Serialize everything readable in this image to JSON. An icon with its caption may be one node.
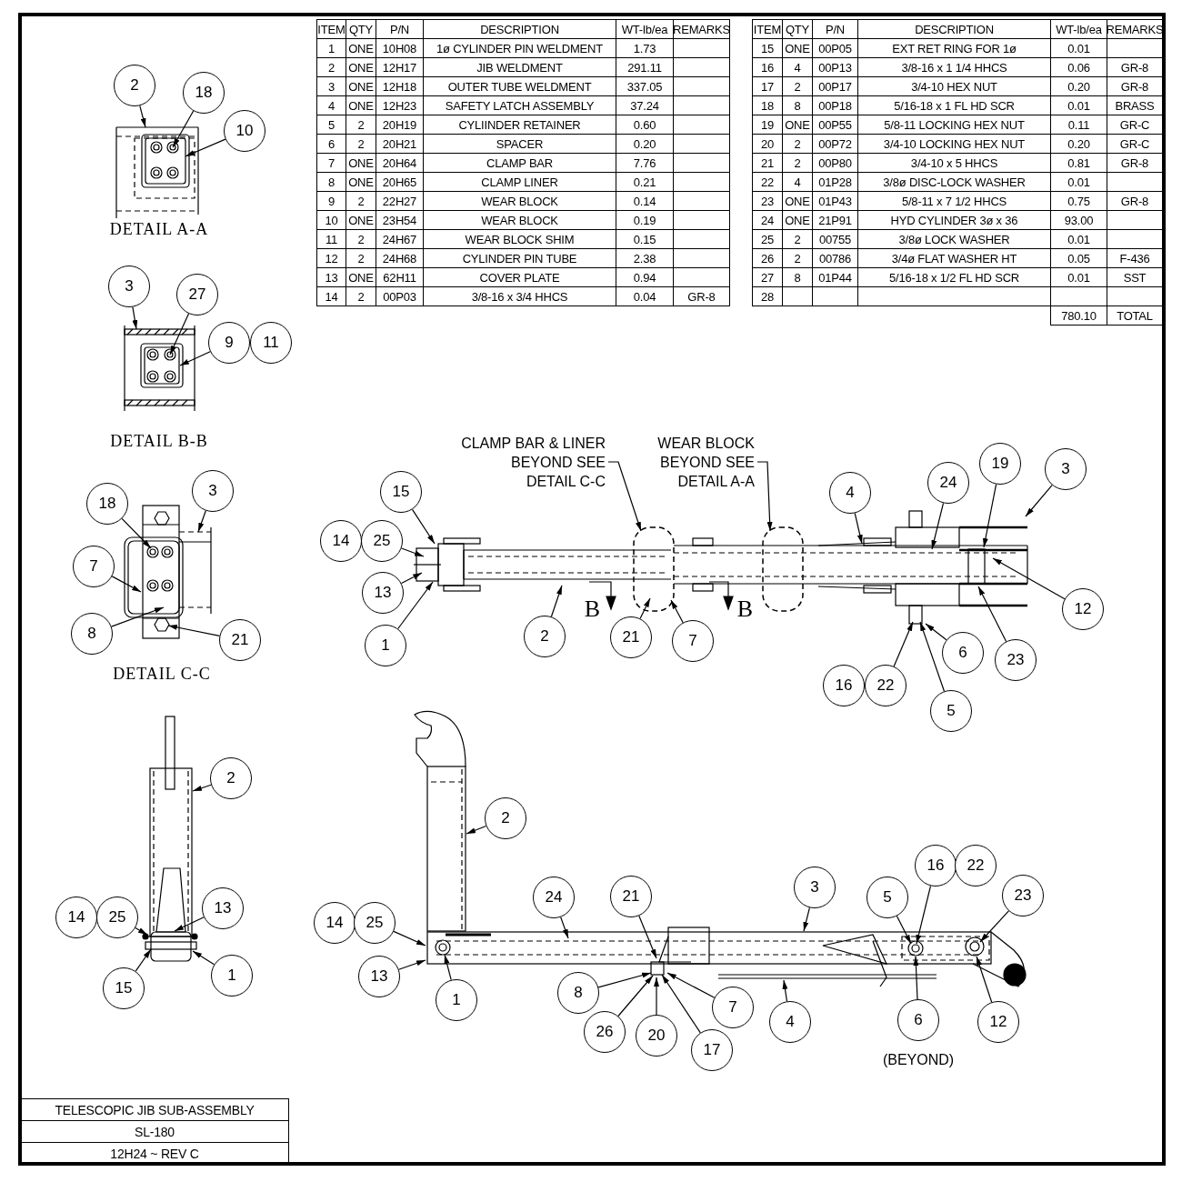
{
  "diagram": {
    "nodes": [
      {
        "text": [
          "2"
        ]
      },
      {
        "text": [
          "18"
        ]
      },
      {
        "text": [
          "10"
        ]
      },
      {
        "text": [
          "3"
        ]
      },
      {
        "text": [
          "27"
        ]
      },
      {
        "text": [
          "9"
        ]
      },
      {
        "text": [
          "11"
        ]
      },
      {
        "text": [
          "18"
        ]
      },
      {
        "text": [
          "3"
        ]
      },
      {
        "text": [
          "7"
        ]
      },
      {
        "text": [
          "8"
        ]
      },
      {
        "text": [
          "21"
        ]
      },
      {
        "text": [
          "15"
        ]
      },
      {
        "text": [
          "14"
        ]
      },
      {
        "text": [
          "25"
        ]
      },
      {
        "text": [
          "13"
        ]
      },
      {
        "text": [
          "1"
        ]
      },
      {
        "text": [
          "2"
        ]
      },
      {
        "text": [
          "21"
        ]
      },
      {
        "text": [
          "7"
        ]
      },
      {
        "text": [
          "4"
        ]
      },
      {
        "text": [
          "24"
        ]
      },
      {
        "text": [
          "19"
        ]
      },
      {
        "text": [
          "3"
        ]
      },
      {
        "text": [
          "12"
        ]
      },
      {
        "text": [
          "6"
        ]
      },
      {
        "text": [
          "23"
        ]
      },
      {
        "text": [
          "16"
        ]
      },
      {
        "text": [
          "22"
        ]
      },
      {
        "text": [
          "5"
        ]
      },
      {
        "text": [
          "CLAMP BAR & LINER BEYOND SEE DETAIL C-C"
        ]
      },
      {
        "text": [],
        "shape": "box",
        "in": 63
      },
      {
        "text": [
          "WEAR BLOCK BEYOND SEE DETAIL A-A"
        ]
      },
      {
        "text": [],
        "shape": "box",
        "in": 63
      },
      {
        "text": [
          "2"
        ]
      },
      {
        "text": [
          "14"
        ]
      },
      {
        "text": [
          "25"
        ]
      },
      {
        "text": [
          "13"
        ]
      },
      {
        "text": [
          "15"
        ]
      },
      {
        "text": [
          "1"
        ]
      },
      {
        "text": [
          "2"
        ]
      },
      {
        "text": [
          "14"
        ]
      },
      {
        "text": [
          "25"
        ]
      },
      {
        "text": [
          "13"
        ]
      },
      {
        "text": [
          "1"
        ]
      },
      {
        "text": [
          "24"
        ]
      },
      {
        "text": [
          "21"
        ]
      },
      {
        "text": [
          "8"
        ]
      },
      {
        "text": [
          "26"
        ]
      },
      {
        "text": [
          "20"
        ]
      },
      {
        "text": [
          "17"
        ]
      },
      {
        "text": [
          "7"
        ]
      },
      {
        "text": [
          "4"
        ]
      },
      {
        "text": [
          "3"
        ]
      },
      {
        "text": [
          "5"
        ]
      },
      {
        "text": [
          "16"
        ]
      },
      {
        "text": [
          "22"
        ]
      },
      {
        "text": [
          "23"
        ]
      },
      {
        "text": [
          "6"
        ],
        "beside": [
          "(BEYOND)"
        ]
      },
      {
        "text": [
          "12"
        ]
      },
      {
        "text": [],
        "shape": "picture"
      },
      {
        "text": [],
        "shape": "picture"
      },
      {
        "text": [],
        "shape": "picture"
      },
      {
        "text": [],
        "shape": "picture"
      },
      {
        "text": [],
        "shape": "picture"
      },
      {
        "text": [],
        "shape": "picture"
      },
      {
        "text": [],
        "shape": "picture"
      }
    ],
    "edges": [
      {
        "from": 0,
        "to": 60,
        "arrow": "to"
      },
      {
        "from": 1,
        "to": 60,
        "arrow": "to"
      },
      {
        "from": 2,
        "to": 60,
        "arrow": "to"
      },
      {
        "from": 3,
        "to": 61,
        "arrow": "to"
      },
      {
        "from": 4,
        "to": 61,
        "arrow": "to"
      },
      {
        "from": 5,
        "to": 61,
        "arrow": "to"
      },
      {
        "from": 7,
        "to": 62,
        "arrow": "to"
      },
      {
        "from": 8,
        "to": 62,
        "arrow": "to"
      },
      {
        "from": 9,
        "to": 62,
        "arrow": "to"
      },
      {
        "from": 10,
        "to": 62,
        "arrow": "to"
      },
      {
        "from": 11,
        "to": 62,
        "arrow": "to"
      },
      {
        "from": 12,
        "to": 63,
        "arrow": "to"
      },
      {
        "from": 14,
        "to": 63,
        "arrow": "to"
      },
      {
        "from": 15,
        "to": 63,
        "arrow": "to"
      },
      {
        "from": 16,
        "to": 63,
        "arrow": "to"
      },
      {
        "from": 17,
        "to": 63,
        "arrow": "to"
      },
      {
        "from": 18,
        "to": 31,
        "arrow": "to"
      },
      {
        "from": 19,
        "to": 31,
        "arrow": "to"
      },
      {
        "from": 20,
        "to": 63,
        "arrow": "to"
      },
      {
        "from": 21,
        "to": 63,
        "arrow": "to"
      },
      {
        "from": 22,
        "to": 63,
        "arrow": "to"
      },
      {
        "from": 23,
        "to": 63,
        "arrow": "to"
      },
      {
        "from": 24,
        "to": 63,
        "arrow": "to"
      },
      {
        "from": 25,
        "to": 63,
        "arrow": "to"
      },
      {
        "from": 26,
        "to": 63,
        "arrow": "to"
      },
      {
        "from": 28,
        "to": 63,
        "arrow": "to"
      },
      {
        "from": 29,
        "to": 63,
        "arrow": "to"
      },
      {
        "from": 30,
        "to": 31,
        "arrow": "to"
      },
      {
        "from": 32,
        "to": 33,
        "arrow": "to"
      },
      {
        "from": 34,
        "to": 64,
        "arrow": "to"
      },
      {
        "from": 36,
        "to": 64,
        "arrow": "to"
      },
      {
        "from": 37,
        "to": 64,
        "arrow": "to"
      },
      {
        "from": 38,
        "to": 64,
        "arrow": "to"
      },
      {
        "from": 39,
        "to": 64,
        "arrow": "to"
      },
      {
        "from": 40,
        "to": 65,
        "arrow": "to"
      },
      {
        "from": 42,
        "to": 66,
        "arrow": "to"
      },
      {
        "from": 43,
        "to": 66,
        "arrow": "to"
      },
      {
        "from": 44,
        "to": 66,
        "arrow": "to"
      },
      {
        "from": 45,
        "to": 66,
        "arrow": "to"
      },
      {
        "from": 46,
        "to": 66,
        "arrow": "to"
      },
      {
        "from": 47,
        "to": 66,
        "arrow": "to"
      },
      {
        "from": 48,
        "to": 66,
        "arrow": "to"
      },
      {
        "from": 49,
        "to": 66,
        "arrow": "to"
      },
      {
        "from": 50,
        "to": 66,
        "arrow": "to"
      },
      {
        "from": 51,
        "to": 66,
        "arrow": "to"
      },
      {
        "from": 52,
        "to": 66,
        "arrow": "to"
      },
      {
        "from": 53,
        "to": 66,
        "arrow": "to"
      },
      {
        "from": 54,
        "to": 66,
        "arrow": "to"
      },
      {
        "from": 55,
        "to": 66,
        "arrow": "to"
      },
      {
        "from": 57,
        "to": 66,
        "arrow": "to"
      },
      {
        "from": 58,
        "to": 66,
        "arrow": "to"
      },
      {
        "from": 59,
        "to": 66,
        "arrow": "to"
      }
    ],
    "labels": [
      "ITEM",
      "QTY",
      "P/N",
      "DESCRIPTION",
      "WT-lb/ea",
      "REMARKS",
      "1",
      "ONE",
      "10H08",
      "1ø CYLINDER PIN WELDMENT",
      "1.73",
      "2",
      "ONE",
      "12H17",
      "JIB WELDMENT",
      "291.11",
      "3",
      "ONE",
      "12H18",
      "OUTER TUBE WELDMENT",
      "337.05",
      "4",
      "ONE",
      "12H23",
      "SAFETY LATCH ASSEMBLY",
      "37.24",
      "5",
      "2",
      "20H19",
      "CYLIINDER RETAINER",
      "0.60",
      "6",
      "2",
      "20H21",
      "SPACER",
      "0.20",
      "7",
      "ONE",
      "20H64",
      "CLAMP BAR",
      "7.76",
      "8",
      "ONE",
      "20H65",
      "CLAMP LINER",
      "0.21",
      "9",
      "2",
      "22H27",
      "WEAR BLOCK",
      "0.14",
      "10",
      "ONE",
      "23H54",
      "WEAR BLOCK",
      "0.19",
      "11",
      "2",
      "24H67",
      "WEAR BLOCK SHIM",
      "0.15",
      "12",
      "2",
      "24H68",
      "CYLINDER PIN TUBE",
      "2.38",
      "13",
      "ONE",
      "62H11",
      "COVER PLATE",
      "0.94",
      "14",
      "2",
      "00P03",
      "3/8-16 x 3/4 HHCS",
      "0.04",
      "GR-8",
      "ITEM",
      "QTY",
      "P/N",
      "DESCRIPTION",
      "WT-lb/ea",
      "REMARKS",
      "15",
      "ONE",
      "00P05",
      "EXT RET RING FOR 1ø",
      "0.01",
      "16",
      "4",
      "00P13",
      "3/8-16 x 1 1/4 HHCS",
      "0.06",
      "GR-8",
      "17",
      "2",
      "00P17",
      "3/4-10 HEX NUT",
      "0.20",
      "GR-8",
      "18",
      "8",
      "00P18",
      "5/16-18 x 1 FL HD SCR",
      "0.01",
      "BRASS",
      "19",
      "ONE",
      "00P55",
      "5/8-11 LOCKING HEX NUT",
      "0.11",
      "GR-C",
      "20",
      "2",
      "00P72",
      "3/4-10 LOCKING HEX NUT",
      "0.20",
      "GR-C",
      "21",
      "2",
      "00P80",
      "3/4-10 x 5 HHCS",
      "0.81",
      "GR-8",
      "22",
      "4",
      "01P28",
      "3/8ø DISC-LOCK WASHER",
      "0.01",
      "23",
      "ONE",
      "01P43",
      "5/8-11 x 7 1/2 HHCS",
      "0.75",
      "GR-8",
      "24",
      "ONE",
      "21P91",
      "HYD CYLINDER 3ø x 36",
      "93.00",
      "25",
      "2",
      "00755",
      "3/8ø LOCK WASHER",
      "0.01",
      "26",
      "2",
      "00786",
      "3/4ø FLAT WASHER HT",
      "0.05",
      "F-436",
      "27",
      "8",
      "01P44",
      "5/16-18 x 1/2 FL HD SCR",
      "0.01",
      "SST",
      "28",
      "780.10",
      "TOTAL",
      "DETAIL A-A",
      "DETAIL B-B",
      "DETAIL C-C",
      "B",
      "B",
      "TELESCOPIC JIB SUB-ASSEMBLY",
      "SL-180",
      "12H24 ~ REV C"
    ]
  }
}
